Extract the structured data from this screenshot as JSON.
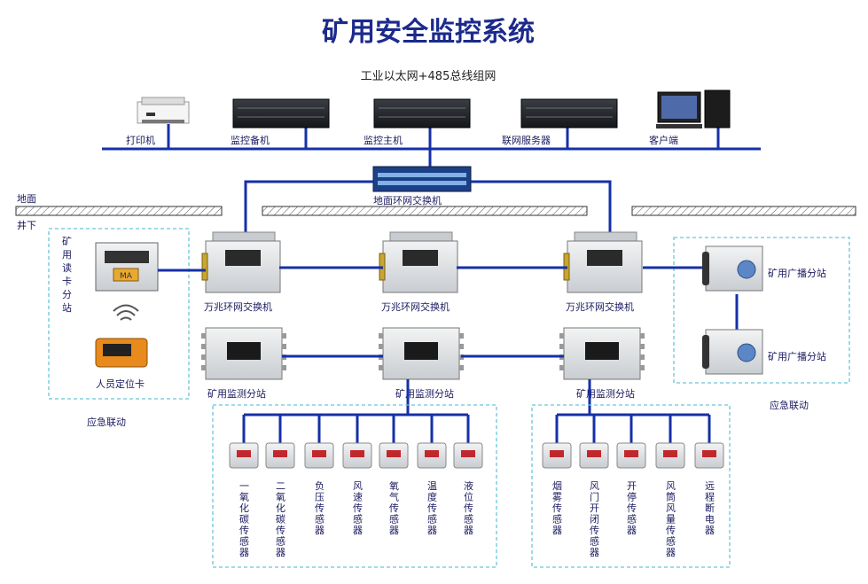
{
  "title": "矿用安全监控系统",
  "subtitle": "工业以太网+485总线组网",
  "ground_label": "地面",
  "underground_label": "井下",
  "surface_devices": {
    "printer": "打印机",
    "backup_host": "监控备机",
    "main_host": "监控主机",
    "net_server": "联网服务器",
    "client": "客户端"
  },
  "surface_switch": "地面环网交换机",
  "ring_switches": [
    "万兆环网交换机",
    "万兆环网交换机",
    "万兆环网交换机"
  ],
  "monitor_stations": [
    "矿用监测分站",
    "矿用监测分站",
    "矿用监测分站"
  ],
  "card_reader": [
    "矿",
    "用",
    "读",
    "卡",
    "分",
    "站"
  ],
  "card_reader_badge": "MA",
  "locator_card": "人员定位卡",
  "emergency_left": "应急联动",
  "broadcast": [
    "矿用广播分站",
    "矿用广播分站"
  ],
  "emergency_right": "应急联动",
  "sensors_group1": [
    "一氧化碳传感器",
    "二氧化碳传感器",
    "负压传感器",
    "风速传感器",
    "氧气传感器",
    "温度传感器",
    "液位传感器"
  ],
  "sensors_group2": [
    "烟雾传感器",
    "风门开闭传感器",
    "开停传感器",
    "风筒风量传感器",
    "远程断电器"
  ],
  "colors": {
    "bus": "#1530a8",
    "dashed_box": "#69c7d8",
    "title": "#1c2a8c"
  }
}
